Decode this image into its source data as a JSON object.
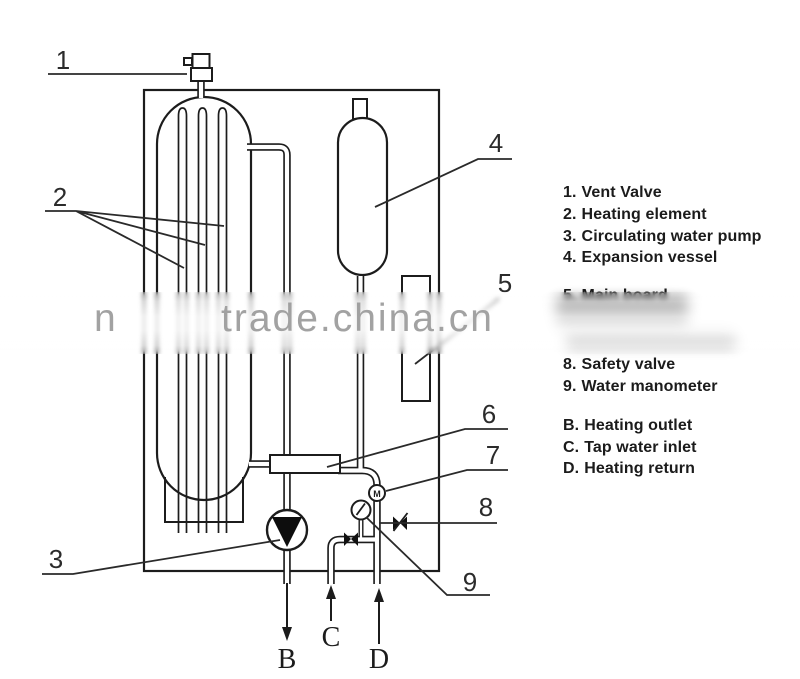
{
  "watermark": {
    "text": "trade.china.cn",
    "fragment": "n",
    "color": "#9b9b9b"
  },
  "diagram": {
    "motor_label": "M"
  },
  "callouts": {
    "n1": "1",
    "n2": "2",
    "n3": "3",
    "n4": "4",
    "n5": "5",
    "n6": "6",
    "n7": "7",
    "n8": "8",
    "n9": "9",
    "b": "B",
    "c": "C",
    "d": "D"
  },
  "legend": {
    "items": [
      {
        "num": "1.",
        "text": "Vent Valve"
      },
      {
        "num": "2.",
        "text": "Heating element"
      },
      {
        "num": "3.",
        "text": "Circulating water pump"
      },
      {
        "num": "4.",
        "text": "Expansion vessel"
      },
      {
        "num": "5.",
        "text": "Main board"
      },
      {
        "num": "8.",
        "text": "Safety valve"
      },
      {
        "num": "9.",
        "text": "Water manometer"
      },
      {
        "num": "B.",
        "text": "Heating outlet"
      },
      {
        "num": "C.",
        "text": "Tap water inlet"
      },
      {
        "num": "D.",
        "text": "Heating return"
      }
    ]
  }
}
